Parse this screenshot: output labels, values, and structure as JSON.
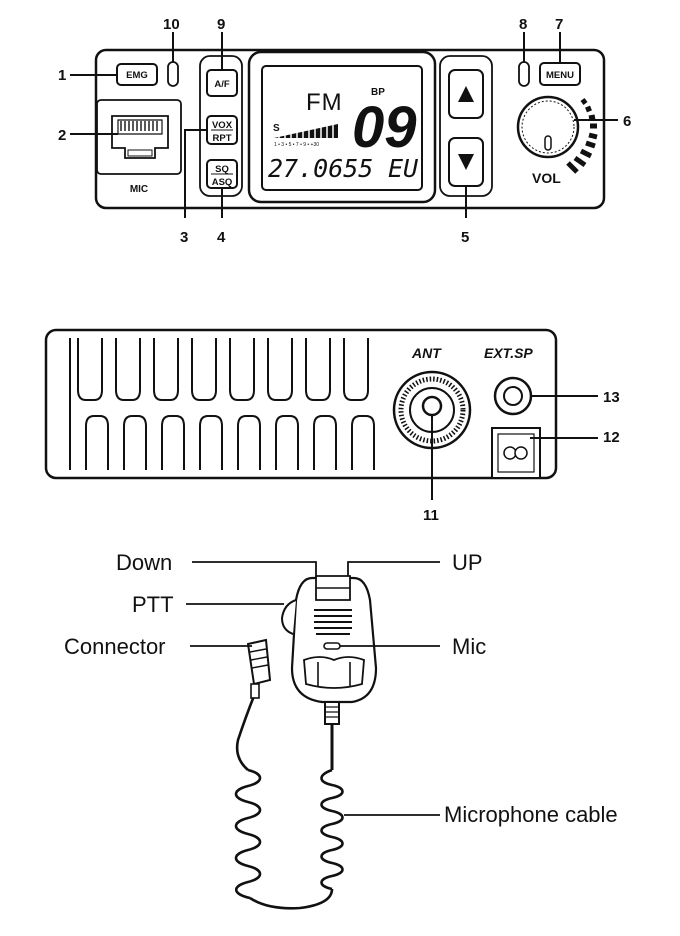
{
  "front_panel": {
    "callouts": [
      "1",
      "2",
      "3",
      "4",
      "5",
      "6",
      "7",
      "8",
      "9",
      "10"
    ],
    "buttons": {
      "emg": "EMG",
      "af": "A/F",
      "vox": "VOX",
      "rpt": "RPT",
      "sq": "SQ",
      "asq": "ASQ",
      "menu": "MENU"
    },
    "mic_label": "MIC",
    "vol_label": "VOL",
    "display": {
      "mode": "FM",
      "bp": "BP",
      "channel": "09",
      "signal": "S",
      "scale": "1 • 3 • 5 • 7 • 9 • +30",
      "frequency": "27.0655",
      "band": "EU"
    }
  },
  "rear_panel": {
    "callouts": [
      "11",
      "12",
      "13"
    ],
    "ant_label": "ANT",
    "ext_sp_label": "EXT.SP"
  },
  "microphone": {
    "labels": {
      "down": "Down",
      "ptt": "PTT",
      "connector": "Connector",
      "up": "UP",
      "mic": "Mic",
      "cable": "Microphone cable"
    }
  }
}
